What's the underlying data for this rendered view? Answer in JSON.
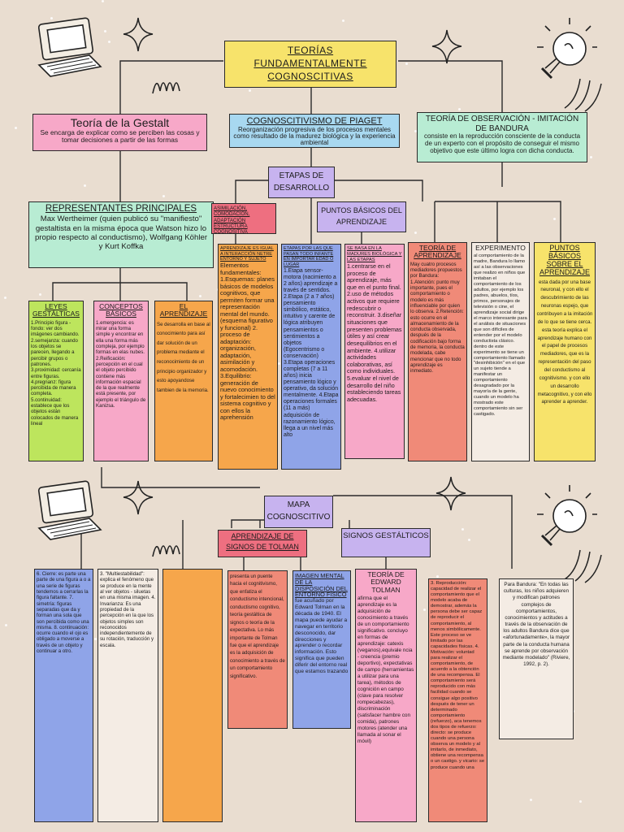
{
  "main_title": "TEORÍAS FUNDAMENTALMENTE COGNOSCITIVAS",
  "gestalt": {
    "title": "Teoría de la Gestalt",
    "desc": "Se encarga de explicar como se perciben las cosas y tomar decisiones a partir de las formas",
    "reps_title": "REPRESENTANTES PRINCIPALES",
    "reps_text": "Max Wertheimer (quien publicó su \"manifiesto\" gestaltista en la misma época que Watson hizo lo propio respecto al conductismo), Wolfgang Köhler y Kurt Koffka",
    "leyes_title": "LEYES GESTÁLTICAS",
    "leyes_text": "1.Principio figura - fondo: ver dos imágenes cambiando. 2.semejanza: cuando los objetos se parecen, llegando a percibir grupos o patrones. 3.proximidad: cercanía entre figuras. 4.pregnanz: figura percibida de manera completa. 5.continuidad: establece que los objetos están colocados de manera lineal",
    "conceptos_title": "CONCEPTOS BÁSICOS",
    "conceptos_text": "1.emergencia: es mirar una forma simple y encontrar en ella una forma más compleja, por ejemplo formas en elas nubes. 2.Reificación: percepción en el cual el objeto percibido contiene más información espacial de la que realmente está presente, por ejemplo el triángulo de Kanizsa.",
    "aprendizaje_title": "EL APRENDIZAJE",
    "aprendizaje_text": "Se desarrolla en base al conocimiento para así dar solución de un problema mediante el reconocimiento de un principio organizador y esto apoyandose tambien de la memoria.",
    "cont1_text": "6. Cierre: es parte una parte de una figura a o a una serie de figuras tendemos a cerrarlas la figura faltante. 7. simetría: figuras separadas que da y forman una sola que son percibida como una misma. 8. continuación: ocurre cuando el ojo es obligado a moverse a través de un objeto y continuar a otro.",
    "cont2_text": "3. \"Multiestabilidad\": explica el fenómeno que se produce en la mente al ver objetos - siluetas en una misma imagen. 4. Invarianza: Es una propiedad de la percepción en la que los objetos simples son reconocidos independientemente de su rotación, traducción y escala."
  },
  "piaget": {
    "title": "COGNOSCITIVISMO DE PIAGET",
    "desc": "Reorganización progresiva de los procesos mentales como resultado de la madurez biológica y la experiencia ambiental",
    "etapas_title": "ETAPAS DE DESARROLLO",
    "asim_text": "ASIMILACIÓN, COMODACIÓN, ADAPTACIÓN ESTRUCTURA COGNOSITIVA",
    "puntos_title": "PUNTOS BÁSICOS DEL APRENDIZAJE",
    "col1_head": "APRENDIZAJE ES IGUAL A INTERACCIÓN NETRE ENTORNO Y SUJETO",
    "col1_text": "Elementos fundamentales: 1.Esquemas: planes básicos de modelos cognitivos, que permiten formar una representación mental del mundo. (esquema figurativo y funcional) 2. proceso de adaptación: organización, adaptación, asimilación y acomodación. 3.Equilibrio: generación de nuevo conocimiento y fortalecimien to del sistema cognitivo y con ellos la aprehensión",
    "col2_head": "ETAPAS POR LAS QUE PASAN TODO INFANTE EN IMPORTAR EDAD O LUGAR",
    "col2_text": "1.Etapa sensor-motora (nacimiento a 2 años) aprendizaje a través de sentidos. 2.Etapa (2 a 7 años) pensamiento simbólico, estático, intuitivo y carente de lógica atribuyen pensamientos o sentimientos a objetos (Egocentrismo o conservación) 3.Etapa operaciones completas (7 a 11 años) inicia pensamiento lógico y operativo, da solución mentalmente. 4.Etapa operaciones formales (11 a más) adquisición de razonamiento lógico, llega a un nivel más alto",
    "col3_head": "SE BASA EN LA MADURES BIOLÓGICA Y LAS ETAPAS",
    "col3_text": "1.centrarse en el proceso de aprendizaje, más que en el punto final. 2.uso de métodos activos que requiere redescubrir o reconstruir. 3.diseñar situaciones que presenten problemas útiles y así crear desequilibrios en el ambiente. 4.utilizar actividades colaborativas, así como individuales. 5.evaluar el nivel de desarrollo del niño estableciendo tareas adecuadas."
  },
  "bandura": {
    "title": "TEORÍA DE OBSERVACIÓN - IMITACIÓN DE BANDURA",
    "desc": "consiste en la reproducción consciente de la conducta de un experto con el propósito de conseguir el mismo objetivo que este último logra con dicha conducta.",
    "teoria_title": "TEORÍA DE APRENDIZAJE",
    "teoria_text": "May cuatro procesos mediadores propuestos por Bandura: 1.Atención: punto muy importante, pues el comportamiento o modelo es más influenciable por quien lo observa. 2.Retención: esto ocurre en el almacenamiento de la conducta observada, después de la codificación bajo forma de memoria, la conducta modelada, cabe mencionar que no todo aprendizaje es inmediato.",
    "experimento_title": "EXPERIMENTO",
    "experimento_text": "al comportamiento de la madre, Bandura lo llamo así a las observaciones que realizo en niños que imitaban el comportamiento de los adultos, por ejemplo los padres, abuelos, tíos, primos, personajes de televisión o cine, el aprendizaje social dirige el marco interesante para el análisis de situaciones que son difíciles de entender por el modelo conductista clásico. dentro de este experimento se tiene un comportamiento llamado \"desinhibición\" en el que un sujeto tiende a manifestar un comportamiento desagradado por la mayoría de la gente, cuando un modelo ha mostrado este comportamiento sin ser castigado.",
    "puntos_title": "PUNTOS BÁSICOS SOBRE EL APRENDIZAJE",
    "puntos_text": "esta dada por una base neuronal, y con ello el descubrimiento de las neuronas espejo, que contribuyen a la imitación de lo que se tiene cerca. esta teoría explica el aprendizaje humano con el papel de procesos mediadores, que es la representación del paso del conductismo al cognitivismo. y con ello un desarrollo metacognitivo, y con ello aprender a aprender.",
    "cont1_text": "3. Reproducción: capacidad de realizar el comportamiento que el modelo acaba de demostrar, además la persona debe ser capaz de reproducir el comportamiento, al menos simbólicamente. Este proceso se ve limitado por las capacidades físicas. 4. Motivación: voluntad para realizar el comportamiento, de acuerdo a la obtención de una recompensa. El comportamiento será reproducido con más facilidad cuando se consigue algo positivo después de tener un determinado comportamiento (refuerzo), aca tenemos dos tipos de refuerzo: directo: se produce cuando una persona observa un modelo y al imitarlo, de inmediato, obtiene una recompensa o un castigo. y vicario: se produce cuando una",
    "quote_text": "Para Bandura: \"En todas las culturas, los niños adquieren y modifican patrones complejos de comportamientos, conocimientos y actitudes a través de la observación de los adultos Bandura dice que «afortunadamente», la mayor parte de la conducta humana se aprende por observación mediante modelado\" (Riviere, 1992, p. 2)."
  },
  "tolman": {
    "title": "MAPA COGNOSCITIVO",
    "aprendizaje_title": "APRENDIZAJE DE SIGNOS DE TOLMAN",
    "signos_title": "SIGNOS GESTÁLTICOS",
    "col1_text": "presenta un puente hacia el cognitivismo, que enfatiza el conductismo intencional, conductismo cognitivo, teoría gestáltica de signos o teoría de la expectativa. Lo más importante de Tolman fue que el aprendizaje es la adquisición de conocimiento a través de un comportamiento significativo.",
    "col2_head": "IMAGEN MENTAL DE LA DISPOSICIÓN DEL ENTORNO FÍSICO",
    "col2_text": "fue acuñado por Edward Tolman en la década de 1940. El mapa puede ayudar a navegar en territorio desconocido, dar direcciones y aprender o recordar información. Esto significa que pueden diferir del entorno real que estamos trazando",
    "col3_head": "TEORÍA DE EDWARD TOLMAN",
    "col3_text": "afirma que el aprendizaje es la adquisición de conocimiento a través de un comportamiento significativo. concluyo en formas de aprendizaje: catexis (veganos),equivale ncia - creencia (premio deportivo), expectativas de campo (herramientas a utilizar para una tarea), métodos de cognición en campo (clave para resolver rompecabezas), discriminación (satisfacer hambre con comida), patrones motores (atender una llamada al sonar el móvil)"
  },
  "colors": {
    "title": "#f7e36b",
    "pink": "#f7a8c8",
    "blue": "#a8d8f0",
    "mint": "#b8ecd3",
    "lavender": "#c7b3ef",
    "rose": "#ee6f80",
    "green": "#bde55d",
    "orange": "#f6a64b",
    "salmon": "#f08a78",
    "yellow": "#f7e36b",
    "periwinkle": "#8fa4e8"
  }
}
